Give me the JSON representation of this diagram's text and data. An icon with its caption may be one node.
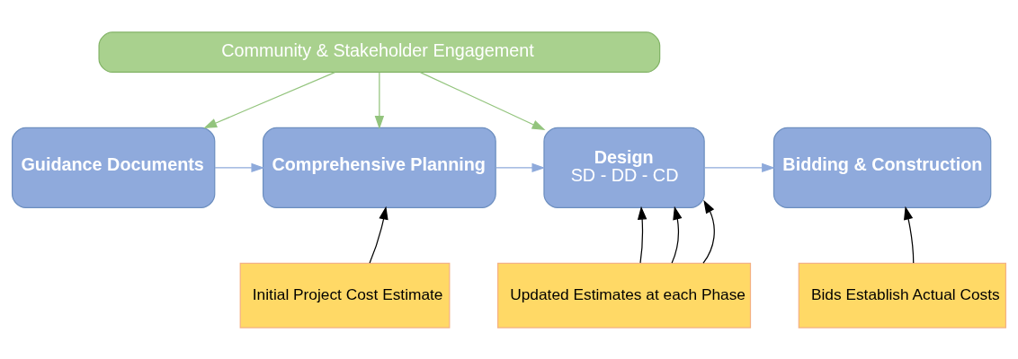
{
  "diagram": {
    "nodes": [
      {
        "text": [
          "Community & Stakeholder Engagement"
        ]
      },
      {
        "text": [
          "Guidance Documents"
        ]
      },
      {
        "text": [
          "Comprehensive Planning"
        ]
      },
      {
        "text": [
          "Design",
          "SD - DD - CD"
        ]
      },
      {
        "text": [
          "Bidding & Construction"
        ]
      },
      {
        "text": [
          "Initial Project Cost Estimate"
        ]
      },
      {
        "text": [
          "Updated Estimates at each Phase"
        ]
      },
      {
        "text": [
          "Bids Establish Actual Costs"
        ]
      }
    ],
    "edges": [
      {
        "from": 0,
        "to": 1,
        "arrow": "to",
        "color": "#93c47d"
      },
      {
        "from": 0,
        "to": 2,
        "arrow": "to",
        "color": "#93c47d"
      },
      {
        "from": 0,
        "to": 3,
        "arrow": "to",
        "color": "#93c47d"
      },
      {
        "from": 1,
        "to": 2,
        "arrow": "to",
        "color": "#8eaadb"
      },
      {
        "from": 2,
        "to": 3,
        "arrow": "to",
        "color": "#8eaadb"
      },
      {
        "from": 3,
        "to": 4,
        "arrow": "to",
        "color": "#8eaadb"
      },
      {
        "from": 5,
        "to": 2,
        "arrow": "to"
      },
      {
        "from": 6,
        "to": 3,
        "arrow": "to"
      },
      {
        "from": 6,
        "to": 3,
        "arrow": "to"
      },
      {
        "from": 6,
        "to": 3,
        "arrow": "to"
      },
      {
        "from": 7,
        "to": 4,
        "arrow": "to"
      }
    ]
  }
}
